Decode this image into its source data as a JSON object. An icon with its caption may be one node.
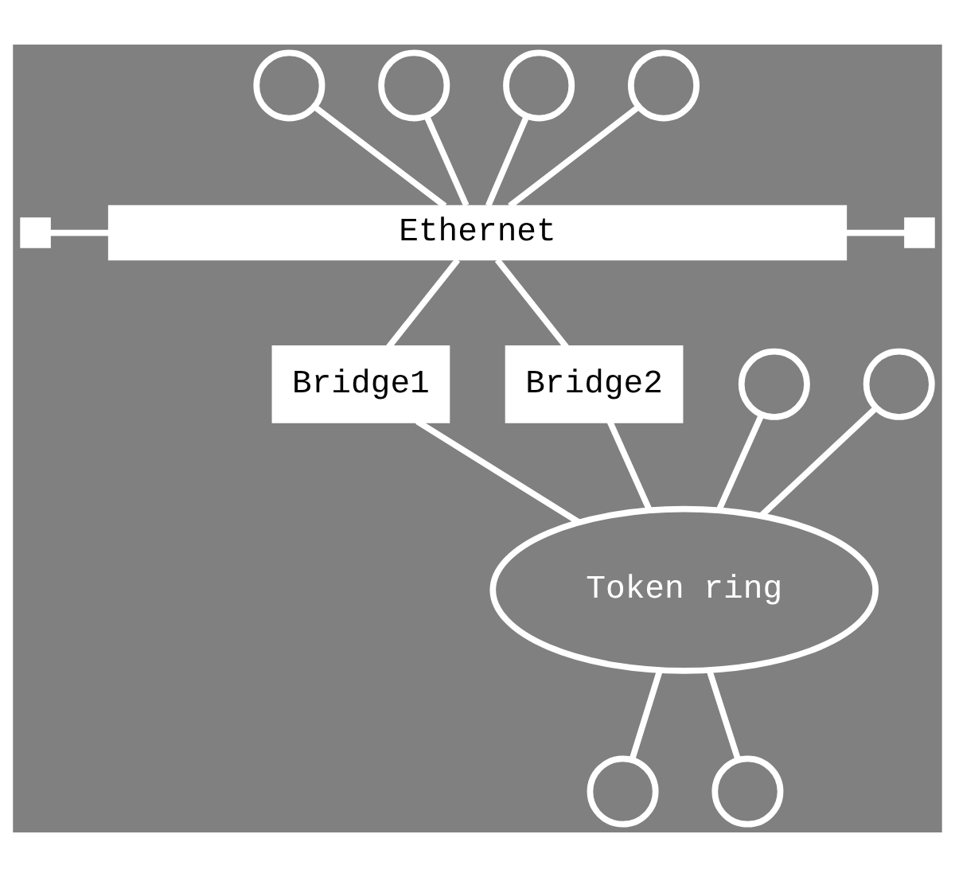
{
  "diagram": {
    "nodes": [
      {
        "text": [],
        "shape": "circle"
      },
      {
        "text": [],
        "shape": "circle"
      },
      {
        "text": [],
        "shape": "circle"
      },
      {
        "text": [],
        "shape": "circle"
      },
      {
        "text": [],
        "shape": "box"
      },
      {
        "text": [
          "Ethernet"
        ]
      },
      {
        "text": [],
        "shape": "box"
      },
      {
        "text": [
          "Bridge1"
        ]
      },
      {
        "text": [
          "Bridge2"
        ]
      },
      {
        "text": [],
        "shape": "circle"
      },
      {
        "text": [],
        "shape": "circle"
      },
      {
        "text": [
          "Token ring"
        ]
      },
      {
        "text": [],
        "shape": "circle"
      },
      {
        "text": [],
        "shape": "circle"
      }
    ],
    "edges": [
      {
        "from": 0,
        "to": 5,
        "arrow": "none"
      },
      {
        "from": 1,
        "to": 5,
        "arrow": "none"
      },
      {
        "from": 2,
        "to": 5,
        "arrow": "none"
      },
      {
        "from": 3,
        "to": 5,
        "arrow": "none"
      },
      {
        "from": 4,
        "to": 5,
        "arrow": "none"
      },
      {
        "from": 5,
        "to": 6,
        "arrow": "none"
      },
      {
        "from": 5,
        "to": 7,
        "arrow": "none"
      },
      {
        "from": 5,
        "to": 8,
        "arrow": "none"
      },
      {
        "from": 7,
        "to": 11,
        "arrow": "none"
      },
      {
        "from": 8,
        "to": 11,
        "arrow": "none"
      },
      {
        "from": 9,
        "to": 11,
        "arrow": "none"
      },
      {
        "from": 10,
        "to": 11,
        "arrow": "none"
      },
      {
        "from": 11,
        "to": 12,
        "arrow": "none"
      },
      {
        "from": 11,
        "to": 13,
        "arrow": "none"
      }
    ]
  }
}
